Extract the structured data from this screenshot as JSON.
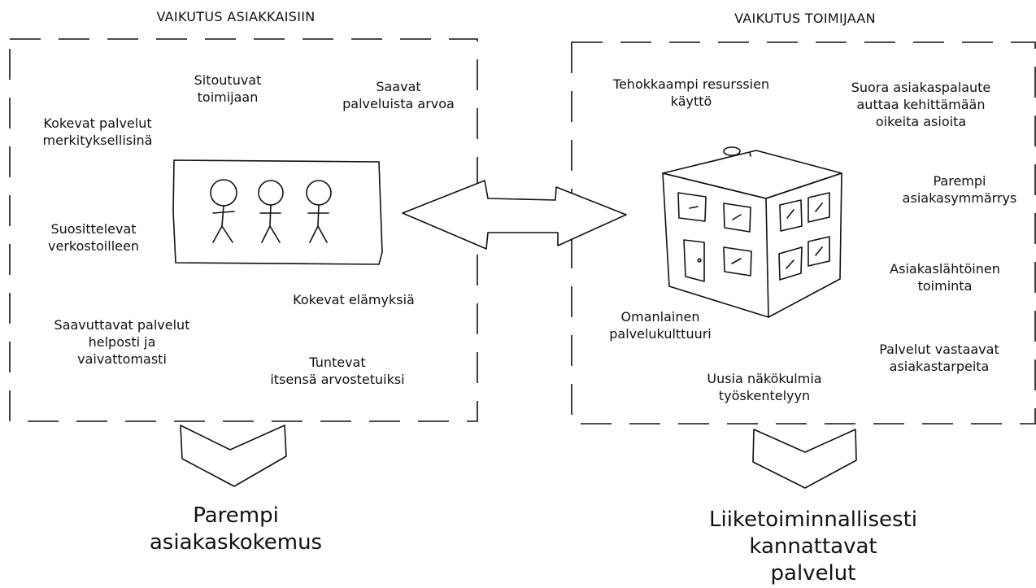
{
  "left_panel": {
    "title": "VAIKUTUS ASIAKKAISIIN",
    "items": [
      "Sitoutuvat\ntoimijaan",
      "Saavat\npalveluista arvoa",
      "Kokevat palvelut\nmerkityksellisinä",
      "Suosittelevat\nverkostoilleen",
      "Kokevat elämyksiä",
      "Saavuttavat palvelut\nhelposti ja\nvaivattomasti",
      "Tuntevat\nitsensä arvostetuiksi"
    ],
    "result": "Parempi\nasiakaskokemus"
  },
  "right_panel": {
    "title": "VAIKUTUS TOIMIJAAN",
    "items": [
      "Tehokkaampi resurssien\nkäyttö",
      "Suora asiakaspalaute\nauttaa kehittämään\noikeita asioita",
      "Parempi\nasiakasymmärrys",
      "Asiakaslähtöinen\ntoiminta",
      "Omanlainen\npalvelukulttuuri",
      "Palvelut vastaavat\nasiakastarpeita",
      "Uusia näkökulmia\ntyöskentelyyn"
    ],
    "result": "Liiketoiminnallisesti\nkannattavat\npalvelut"
  },
  "icons": {
    "people": "people-icon",
    "building": "building-icon",
    "exchange_arrow": "double-arrow-icon",
    "chevron": "chevron-down-icon"
  },
  "colors": {
    "ink": "#111111",
    "background": "#ffffff"
  }
}
